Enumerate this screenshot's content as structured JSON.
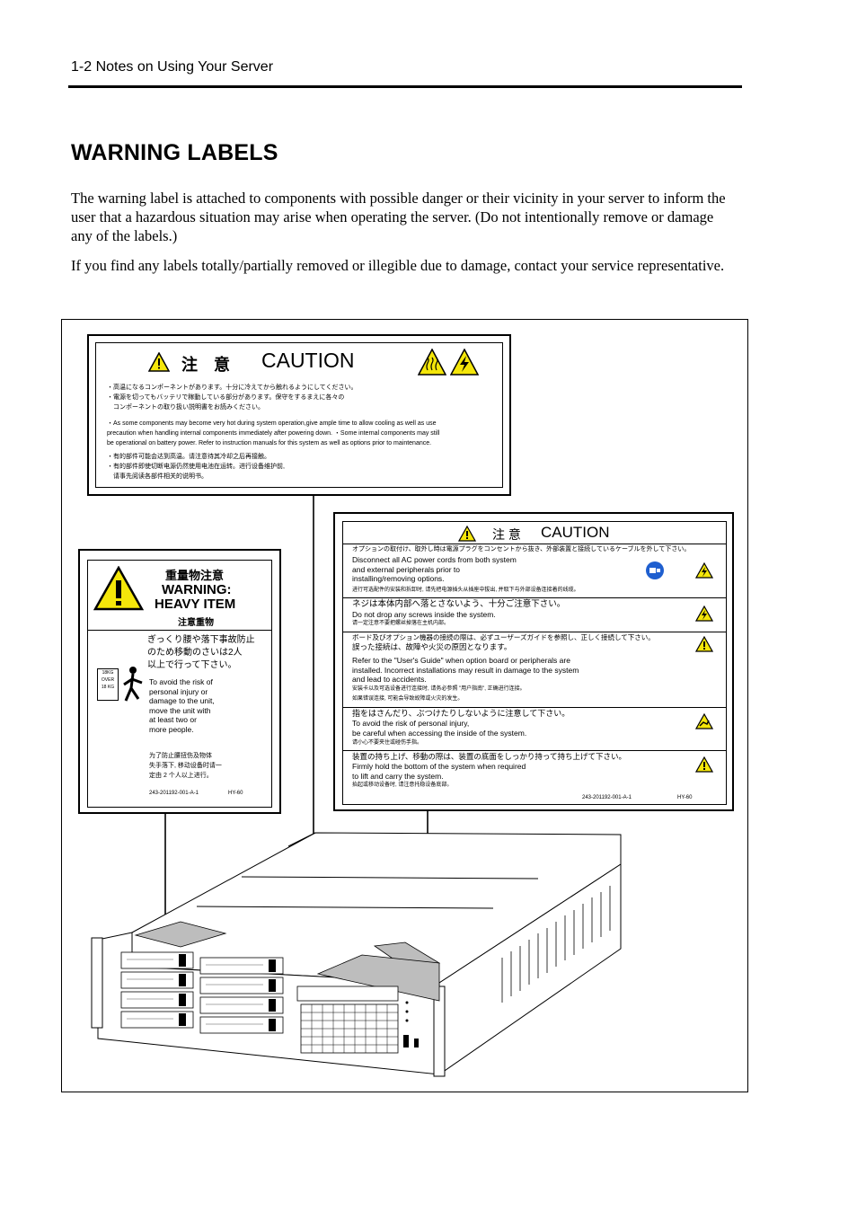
{
  "header": {
    "page_ref": "1-2   Notes on Using Your Server"
  },
  "section_title": "WARNING LABELS",
  "paragraphs": [
    "The warning label is attached to components with possible danger or their vicinity in your server to inform the user that a hazardous situation may arise when operating the server.    (Do not intentionally remove or damage any of the labels.)",
    "If you find any labels totally/partially removed or illegible due to damage, contact your service representative."
  ],
  "label_top": {
    "title_jp": "注　意",
    "title_en": "CAUTION",
    "jp_lines": [
      "・高温になるコンポーネントがあります。十分に冷えてから触れるようにしてください。",
      "・電源を切ってもバッテリで稼動している部分があります。保守をするまえに各々の",
      "　コンポーネントの取り扱い説明書をお読みください。"
    ],
    "en_lines": [
      "・As some components may become very hot during system operation,give ample time to allow cooling as well as use",
      "precaution when handling internal components immediately after powering down. ・Some internal components may still",
      "be operational on battery power. Refer to instruction manuals for this system as well as options prior to maintenance."
    ],
    "cn_lines": [
      "・有的部件可能会达到高温。请注意待其冷却之后再接触。",
      "・有的部件即使切断电源仍然使用电池在运转。进行设备维护前,",
      "　请事先阅读各部件相关的说明书。"
    ]
  },
  "label_heavy": {
    "title_jp": "重量物注意",
    "warning": "WARNING:",
    "heavy_item": "HEAVY  ITEM",
    "title_cn": "注意重物",
    "jp_text": [
      "ぎっくり腰や落下事故防止",
      "のため移動のさいは2人",
      "以上で行って下さい。"
    ],
    "badge": [
      "18KG",
      "OVER",
      "18 KG"
    ],
    "en_text": [
      "To avoid the risk of",
      "personal injury or",
      "damage to the unit,",
      "move the unit with",
      "at least two or",
      "more people."
    ],
    "cn_text": [
      "为了防止腰扭伤及物体",
      "失手落下, 移动设备时请一",
      "定由 2 个人以上进行。"
    ],
    "part_no": "243-201192-001-A-1",
    "model": "HY-60"
  },
  "label_right": {
    "title_jp": "注 意",
    "title_en": "CAUTION",
    "sections": [
      {
        "jp": "オプションの取付け、取外し時は電源プラグをコンセントから抜き、外部装置と接続しているケーブルを外して下さい。",
        "en": [
          "Disconnect all AC power cords from both system",
          "and external peripherals prior to",
          "installing/removing options."
        ],
        "cn": "进行可选配件的安装和拆卸时, 请先把电源插头从插座中拔出, 并取下与外部设备连接着的线缆。"
      },
      {
        "jp": "ネジは本体内部へ落とさないよう、十分ご注意下さい。",
        "en": [
          "Do not drop any screws inside the system."
        ],
        "cn": "请一定注意不要把螺丝掉落在主机内部。"
      },
      {
        "jp": "ボード及びオプション機器の接続の際は、必ずユーザーズガイドを参照し、正しく接続して下さい。",
        "jp2": "誤った接続は、故障や火災の原因となります。",
        "en": [
          "Refer to the \"User's Guide\" when option board or peripherals are",
          "installed. Incorrect installations may result in damage to the system",
          "and lead to accidents."
        ],
        "cn": "安装卡以及可选设备进行连接时, 请务必参照 \"用户指南\", 正确进行连接。",
        "cn2": "如果错误连接, 可能会导致故障或火灾的发生。"
      },
      {
        "jp": "指をはさんだり、ぶつけたりしないように注意して下さい。",
        "en": [
          "To avoid the risk of personal injury,",
          "be careful when accessing the inside of the system."
        ],
        "cn": "请小心不要夹住或碰伤手指。"
      },
      {
        "jp": "装置の持ち上げ、移動の際は、装置の底面をしっかり持って持ち上げて下さい。",
        "en": [
          "Firmly hold the bottom of the system when required",
          "to lift and carry the system."
        ],
        "cn": "抬起或移动设备时, 请注意托稳设备底部。"
      }
    ],
    "part_no": "243-201192-001-A-1",
    "model": "HY-60"
  },
  "colors": {
    "caution_yellow": "#f4e60a",
    "label_patch": "#bdbdbd",
    "ink": "#000000"
  },
  "icons": [
    "warning-triangle-icon",
    "hot-surface-icon",
    "electric-shock-icon",
    "unplug-icon",
    "lifting-person-icon",
    "pinch-hand-icon"
  ]
}
